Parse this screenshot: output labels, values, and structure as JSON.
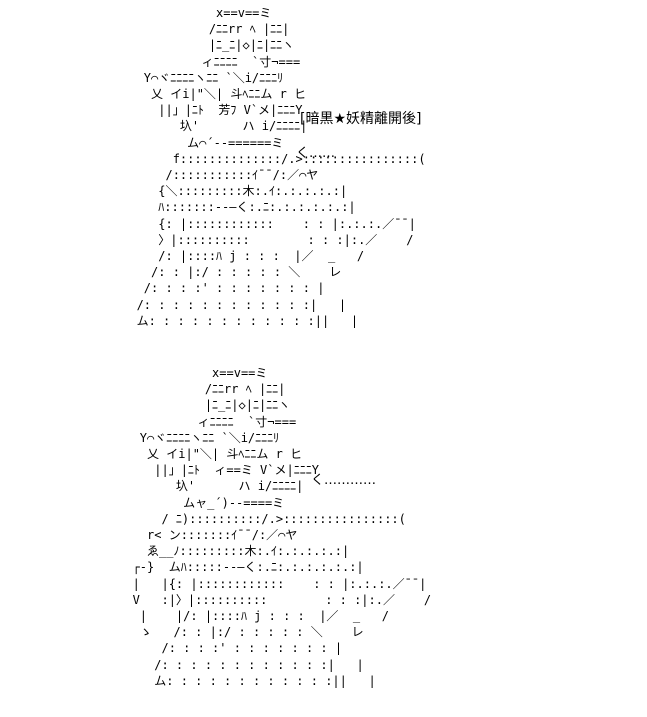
{
  "caption": {
    "title": "[暗黒★妖精離開後]",
    "top_dots": "く……",
    "bottom_dots": "く…………"
  },
  "art": {
    "top": [
      "                  x==v==ミ",
      "                 /ﾆﾆrr ﾍ |ﾆﾆ|",
      "                 |ﾆ_ﾆ|◇|ﾆ|ﾆﾆヽ",
      "                ィﾆﾆﾆﾆ  `寸¬===",
      "        Y⌒ヾﾆﾆﾆﾆヽﾆﾆ `＼i/ﾆﾆﾆﾘ",
      "         乂 イi|\"＼| 斗ﾍﾆﾆム r ヒ",
      "          ||」|ﾆﾄ  芳ﾌ V`メ|ﾆﾆﾆY",
      "             圦'      ハ i/ﾆﾆﾆﾆ|",
      "              ム⌒´--======ミ",
      "            f::::::::::::::/.>::::::::::::::::(",
      "           /:::::::::::ｲ¯¯/:／⌒ヤ",
      "          {＼:::::::::木:.ｲ:.:.:.:.:|",
      "          ﾊ:::::::--―く:.ﾆ:.:.:.:.:.:|",
      "          {: |::::::::::::    : : |:.:.:.／¯¯|",
      "          〉|::::::::::        : : :|:.／    /",
      "          /: |::::ﾊ j : : :  |／  _   /",
      "         /: : |:/ : : : : : ＼    レ",
      "        /: : : :' : : : : : : : |",
      "       /: : : : : : : : : : : :|   |",
      "       ム: : : : : : : : : : : :||   |"
    ],
    "bottom": [
      "                  x==v==ミ",
      "                 /ﾆﾆrr ﾍ |ﾆﾆ|",
      "                 |ﾆ_ﾆ|◇|ﾆ|ﾆﾆヽ",
      "                ィﾆﾆﾆﾆ  `寸¬===",
      "        Y⌒ヾﾆﾆﾆﾆヽﾆﾆ `＼i/ﾆﾆﾆﾘ",
      "         乂 イi|\"＼| 斗ﾍﾆﾆム r ヒ",
      "          ||」|ﾆﾄ  ィ==ミ V`メ|ﾆﾆﾆY",
      "             圦'      ハ i/ﾆﾆﾆﾆ|",
      "              ムャ_´)--====ミ",
      "           / ﾆ)::::::::::/.>::::::::::::::::(",
      "         r< ン:::::::ｲ¯¯/:／⌒ヤ",
      "         ゑ__ﾉ:::::::::木:.ｲ:.:.:.:.:|",
      "       ┌-}  ムﾊ:::::--―く:.ﾆ:.:.:.:.:.:|",
      "       |   |{: |::::::::::::    : : |:.:.:.／¯¯|",
      "       V   :|〉|::::::::::        : : :|:.／    /",
      "        |    |/: |::::ﾊ j : : :  |／  _   /",
      "        ゝ   /: : |:/ : : : : : ＼    レ",
      "           /: : : :' : : : : : : : |",
      "          /: : : : : : : : : : : :|   |",
      "          ム: : : : : : : : : : : :||   |"
    ]
  }
}
